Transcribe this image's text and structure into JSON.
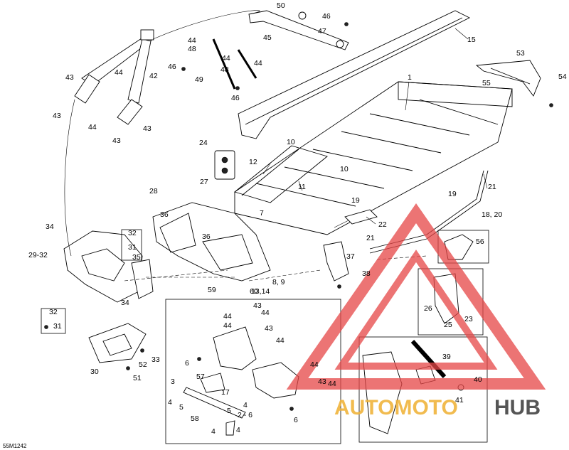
{
  "drawing_code": "55M1242",
  "watermark": {
    "left": "AUTOMOTO",
    "right": "HUB"
  },
  "callouts": {
    "c1": "1",
    "c2_6": "2 - 6",
    "c3": "3",
    "c4a": "4",
    "c4b": "4",
    "c4c": "4",
    "c4d": "4",
    "c5a": "5",
    "c5b": "5",
    "c6a": "6",
    "c6b": "6",
    "c7": "7",
    "c8_9": "8, 9",
    "c10a": "10",
    "c10b": "10",
    "c11": "11",
    "c12": "12",
    "c13_14": "13,14",
    "c15": "15",
    "c17": "17",
    "c18_20": "18, 20",
    "c19a": "19",
    "c19b": "19",
    "c21a": "21",
    "c21b": "21",
    "c22": "22",
    "c23": "23",
    "c24": "24",
    "c25": "25",
    "c26": "26",
    "c27": "27",
    "c28": "28",
    "c29_32": "29-32",
    "c30": "30",
    "c31a": "31",
    "c31b": "31",
    "c32a": "32",
    "c32b": "32",
    "c33": "33",
    "c34a": "34",
    "c34b": "34",
    "c35": "35",
    "c36a": "36",
    "c36b": "36",
    "c37": "37",
    "c38": "38",
    "c39": "39",
    "c40": "40",
    "c41": "41",
    "c42": "42",
    "c43a": "43",
    "c43b": "43",
    "c43c": "43",
    "c43d": "43",
    "c43e": "43",
    "c43f": "43",
    "c43g": "43",
    "c44a": "44",
    "c44b": "44",
    "c44c": "44",
    "c44d": "44",
    "c44e": "44",
    "c44f": "44",
    "c44g": "44",
    "c44h": "44",
    "c44i": "44",
    "c44j": "44",
    "c44k": "44",
    "c45": "45",
    "c46a": "46",
    "c46b": "46",
    "c46c": "46",
    "c47": "47",
    "c48a": "48",
    "c48b": "48",
    "c49": "49",
    "c50": "50",
    "c51": "51",
    "c52": "52",
    "c53": "53",
    "c54": "54",
    "c55": "55",
    "c56": "56",
    "c57": "57",
    "c58": "58",
    "c59": "59",
    "c60": "60"
  }
}
